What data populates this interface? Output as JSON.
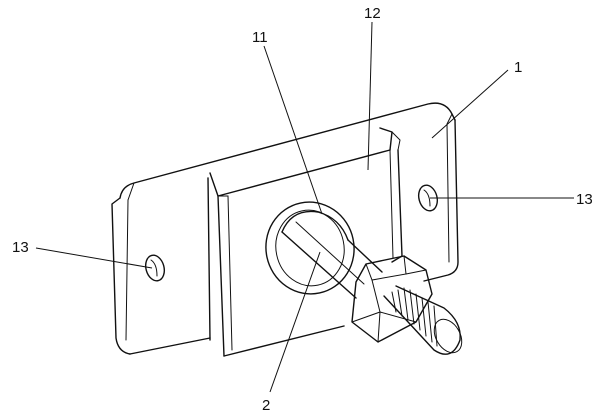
{
  "labels": {
    "plate": "1",
    "bolt": "2",
    "sleeve": "11",
    "block": "12",
    "hole_right": "13",
    "hole_left": "13"
  },
  "colors": {
    "line": "#111111",
    "background": "#ffffff"
  }
}
